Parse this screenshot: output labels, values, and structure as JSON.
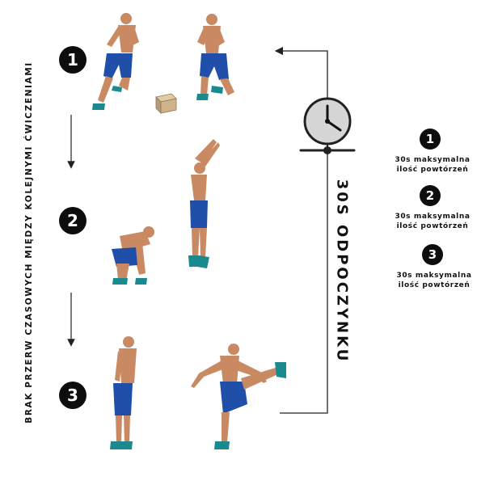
{
  "side_caption": "BRAK PRZERW CZASOWYCH MIĘDZY KOLEJNYMI ĆWICZENIAMI",
  "rest_label": "30S ODPOCZYNKU",
  "steps": [
    {
      "number": "1"
    },
    {
      "number": "2"
    },
    {
      "number": "3"
    }
  ],
  "legend": [
    {
      "number": "1",
      "line1": "30s maksymalna",
      "line2": "ilość powtórzeń"
    },
    {
      "number": "2",
      "line1": "30s maksymalna",
      "line2": "ilość powtórzeń"
    },
    {
      "number": "3",
      "line1": "30s maksymalna",
      "line2": "ilość powtórzeń"
    }
  ],
  "colors": {
    "skin": "#c98a63",
    "shorts": "#1f4fa8",
    "shoes": "#1a8a8f",
    "line": "#333333",
    "clock_face": "#d6d6d6"
  }
}
